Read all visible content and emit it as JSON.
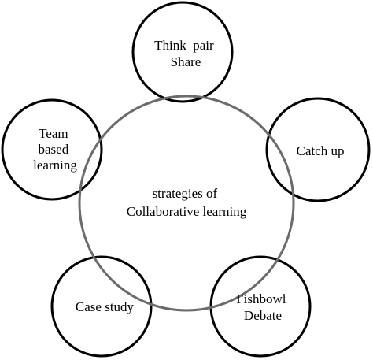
{
  "center": {
    "lines": [
      "strategies of",
      "Collaborative learning"
    ]
  },
  "nodes": [
    {
      "id": "think-pair-share",
      "lines": [
        "Think  pair",
        "Share"
      ]
    },
    {
      "id": "catch-up",
      "lines": [
        "Catch up"
      ]
    },
    {
      "id": "fishbowl-debate",
      "lines": [
        "Fishbowl",
        "Debate"
      ]
    },
    {
      "id": "case-study",
      "lines": [
        "Case study"
      ]
    },
    {
      "id": "team-based-learning",
      "lines": [
        "Team",
        "based",
        "learning"
      ]
    }
  ],
  "colors": {
    "stroke": "#000000",
    "center_stroke": "#6b6b6b",
    "background": "#ffffff"
  }
}
